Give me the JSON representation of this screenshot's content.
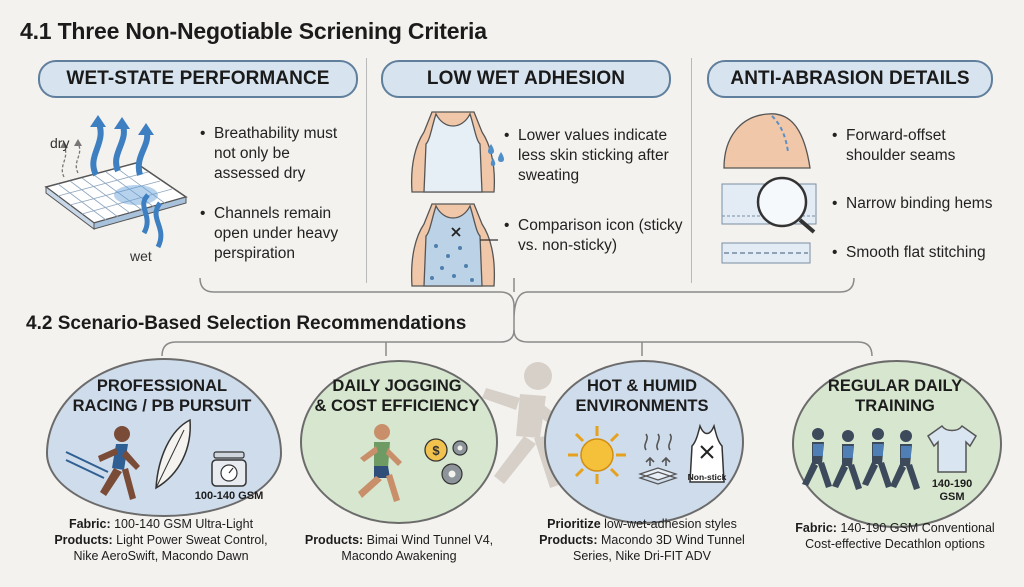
{
  "section1": {
    "title": "4.1 Three Non-Negotiable Scriening Criteria",
    "pills": [
      "WET-STATE PERFORMANCE",
      "LOW WET ADHESION",
      "ANTI-ABRASION DETAILS"
    ],
    "col1": {
      "label_dry": "dry",
      "label_wet": "wet",
      "bullets": [
        "Breathability must not only be assessed dry",
        "Channels remain open under heavy perspiration"
      ]
    },
    "col2": {
      "bullets": [
        "Lower values indicate less skin sticking after sweating",
        "Comparison icon (sticky vs. non-sticky)"
      ]
    },
    "col3": {
      "bullets": [
        "Forward-offset shoulder seams",
        "Narrow binding hems",
        "Smooth flat stitching"
      ]
    }
  },
  "section2": {
    "title": "4.2 Scenario-Based Selection Recommendations",
    "scenarios": [
      {
        "title_line1": "PROFESSIONAL",
        "title_line2": "RACING / PB PURSUIT",
        "badge": "100-140 GSM",
        "cap1_label": "Fabric:",
        "cap1_text": " 100-140 GSM Ultra-Light",
        "cap2_label": "Products:",
        "cap2_text": " Light Power Sweat Control,",
        "cap3_text": "Nike AeroSwift, Macondo Dawn",
        "color": "#cfdceb"
      },
      {
        "title_line1": "DAILY JOGGING",
        "title_line2": "& COST EFFICIENCY",
        "cap1_label": "Products:",
        "cap1_text": " Bimai Wind Tunnel V4,",
        "cap2_text": "Macondo Awakening",
        "color": "#d7e6cf"
      },
      {
        "title_line1": "HOT & HUMID",
        "title_line2": "ENVIRONMENTS",
        "badge": "Non-stick",
        "cap1_label": "Prioritize",
        "cap1_text": " low-wet-adhesion styles",
        "cap2_label": "Products:",
        "cap2_text": " Macondo 3D Wind Tunnel",
        "cap3_text": "Series, Nike Dri-FIT ADV",
        "color": "#cfdceb"
      },
      {
        "title_line1": "REGULAR DAILY",
        "title_line2": "TRAINING",
        "badge_line1": "140-190",
        "badge_line2": "GSM",
        "cap1_label": "Fabric:",
        "cap1_text": " 140-190 GSM Conventional",
        "cap2_text": "Cost-effective Decathlon options",
        "color": "#d7e6cf"
      }
    ]
  },
  "icons": [
    "fabric-airflow-icon",
    "dry-tank-top-icon",
    "sweaty-tank-top-icon",
    "sweat-drops-icon",
    "shoulder-seam-icon",
    "binding-hem-magnifier-icon",
    "flat-stitch-icon",
    "runner-finish-line-icon",
    "feather-icon",
    "scale-icon",
    "jogger-icon",
    "coin-gears-icon",
    "sun-icon",
    "heat-fabric-icon",
    "non-stick-tank-icon",
    "runners-group-icon",
    "tshirt-icon",
    "background-runner-icon"
  ]
}
